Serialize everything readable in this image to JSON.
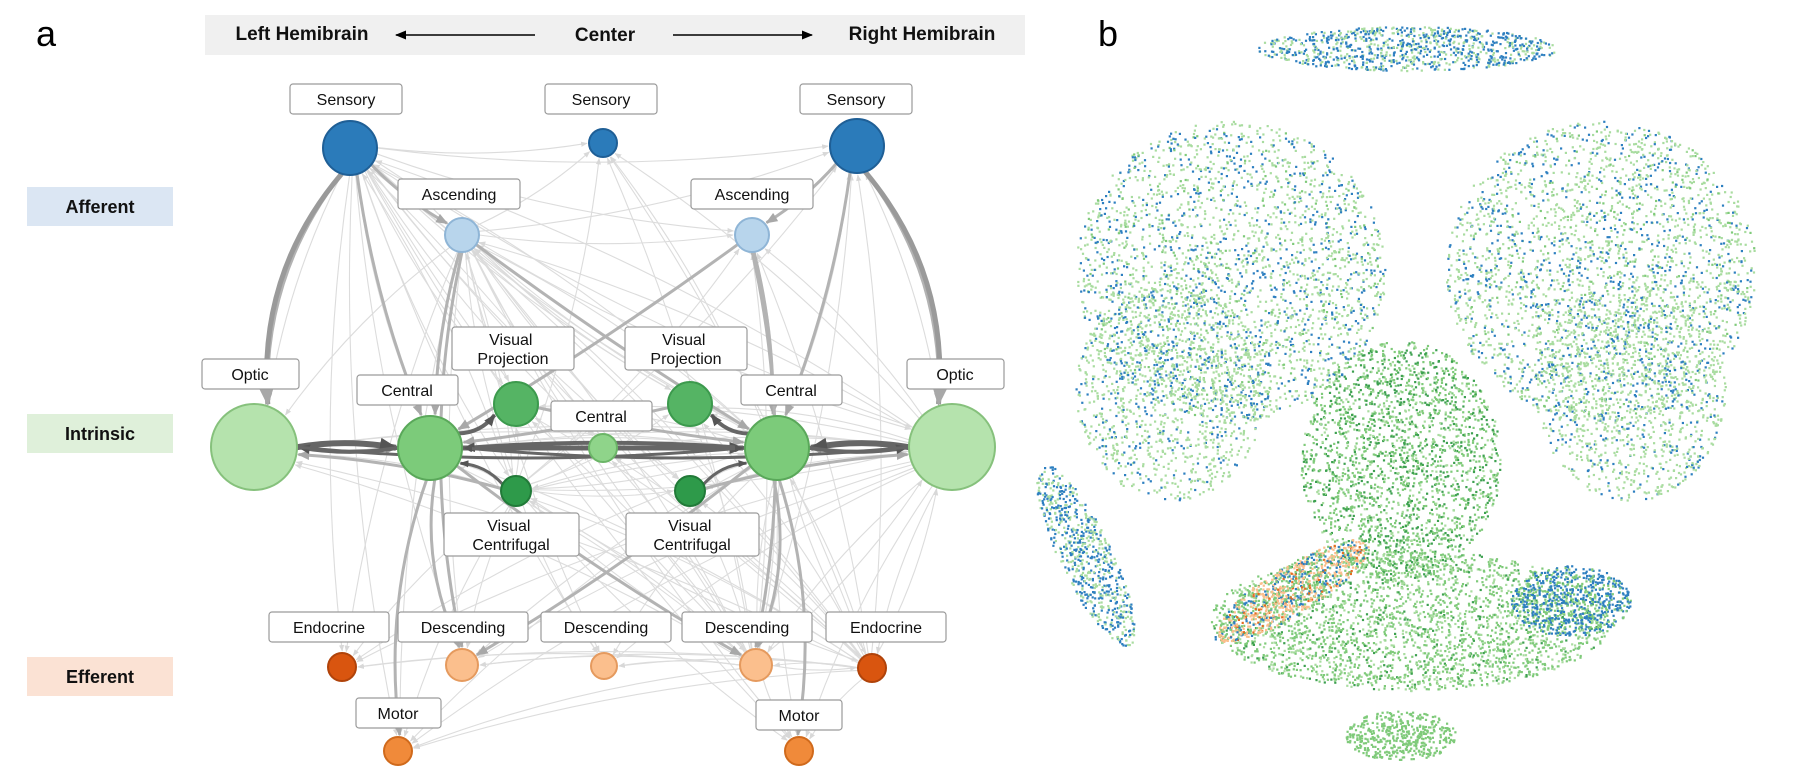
{
  "panel_a": {
    "panel_label": "a",
    "header": {
      "left": "Left Hemibrain",
      "center": "Center",
      "right": "Right Hemibrain"
    },
    "row_labels": [
      {
        "id": "afferent",
        "text": "Afferent",
        "color": "#dbe6f3"
      },
      {
        "id": "intrinsic",
        "text": "Intrinsic",
        "color": "#dff0da"
      },
      {
        "id": "efferent",
        "text": "Efferent",
        "color": "#fbe2d4"
      }
    ],
    "node_labels": {
      "sensory_l": "Sensory",
      "sensory_c": "Sensory",
      "sensory_r": "Sensory",
      "ascending_l": "Ascending",
      "ascending_r": "Ascending",
      "visproj_l": "Visual Projection",
      "visproj_r": "Visual Projection",
      "optic_l": "Optic",
      "optic_r": "Optic",
      "central_l": "Central",
      "central_c": "Central",
      "central_r": "Central",
      "viscent_l": "Visual Centrifugal",
      "viscent_r": "Visual Centrifugal",
      "endocrine_l": "Endocrine",
      "endocrine_r": "Endocrine",
      "descending_l": "Descending",
      "descending_c": "Descending",
      "descending_r": "Descending",
      "motor_l": "Motor",
      "motor_r": "Motor"
    },
    "node_colors": {
      "sensory": "#2b7bba",
      "ascending": "#b8d5ec",
      "optic": "#b5e3ad",
      "central_side": "#7ccb7a",
      "central_center": "#8fd48a",
      "visual_projection": "#55b464",
      "visual_centrifugal": "#2e9a4a",
      "endocrine": "#d9550f",
      "descending": "#fbbf8d",
      "motor": "#f08a3a"
    }
  },
  "panel_b": {
    "panel_label": "b",
    "palette": [
      "#2d7fc0",
      "#a9dca0",
      "#7fca7a",
      "#3da050",
      "#fbbf8d",
      "#e46c22"
    ]
  }
}
